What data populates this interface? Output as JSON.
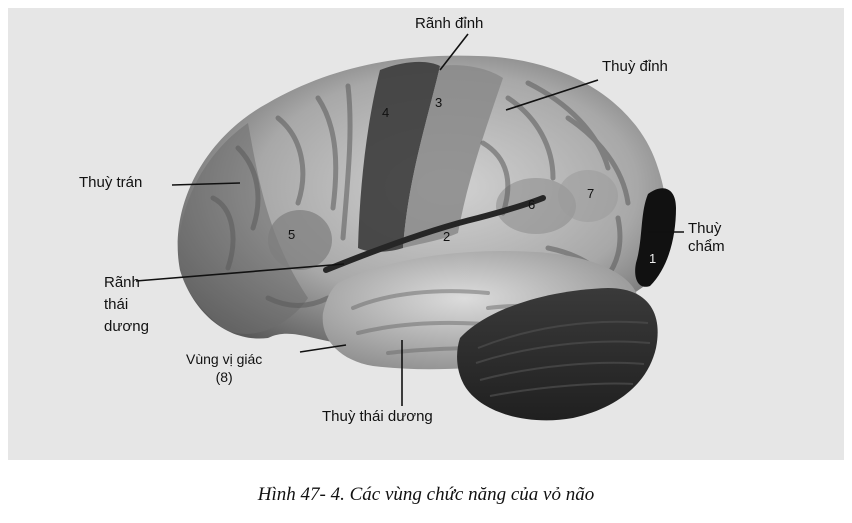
{
  "labels": {
    "ranh_dinh": "Rãnh đỉnh",
    "thuy_dinh": "Thuỳ đỉnh",
    "thuy_tran": "Thuỳ trán",
    "thuy_cham": "Thuỳ\nchẩm",
    "ranh_thai_duong": "Rãnh\nthái\ndương",
    "vung_vi_giac": "Vùng vị giác\n(8)",
    "thuy_thai_duong": "Thuỳ thái dương"
  },
  "area_numbers": [
    "1",
    "2",
    "3",
    "4",
    "5",
    "6",
    "7"
  ],
  "caption": "Hình 47- 4. Các vùng chức năng của vỏ não"
}
